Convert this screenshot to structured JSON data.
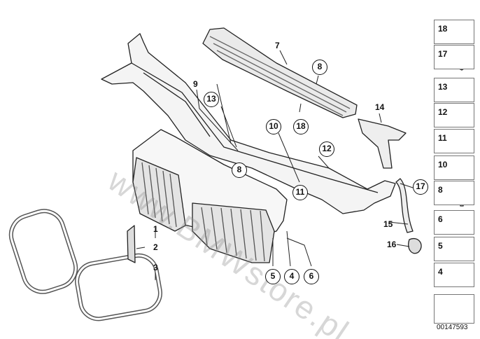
{
  "diagram": {
    "watermark": "www.BMWstore.pl",
    "figure_number": "00147593",
    "callouts": [
      {
        "id": "c1",
        "text": "1",
        "circled": false
      },
      {
        "id": "c2",
        "text": "2",
        "circled": false
      },
      {
        "id": "c3",
        "text": "3",
        "circled": false
      },
      {
        "id": "c4",
        "text": "4",
        "circled": true
      },
      {
        "id": "c5",
        "text": "5",
        "circled": true
      },
      {
        "id": "c6",
        "text": "6",
        "circled": true
      },
      {
        "id": "c7",
        "text": "7",
        "circled": false
      },
      {
        "id": "c8a",
        "text": "8",
        "circled": true
      },
      {
        "id": "c8b",
        "text": "8",
        "circled": true
      },
      {
        "id": "c9",
        "text": "9",
        "circled": false
      },
      {
        "id": "c10",
        "text": "10",
        "circled": true
      },
      {
        "id": "c11",
        "text": "11",
        "circled": true
      },
      {
        "id": "c12",
        "text": "12",
        "circled": true
      },
      {
        "id": "c13",
        "text": "13",
        "circled": true
      },
      {
        "id": "c14",
        "text": "14",
        "circled": false
      },
      {
        "id": "c15",
        "text": "15",
        "circled": false
      },
      {
        "id": "c16",
        "text": "16",
        "circled": false
      },
      {
        "id": "c17",
        "text": "17",
        "circled": true
      },
      {
        "id": "c18",
        "text": "18",
        "circled": true
      }
    ],
    "sidebar_parts": [
      "18",
      "17",
      "13",
      "12",
      "11",
      "10",
      "8",
      "6",
      "5",
      "4"
    ]
  }
}
